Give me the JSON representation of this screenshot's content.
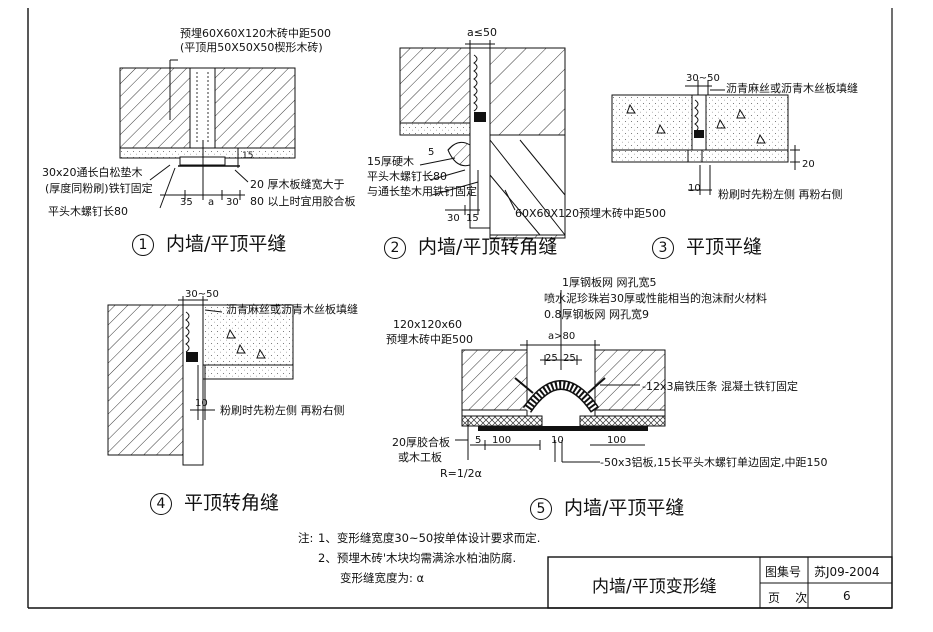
{
  "details": [
    {
      "number": "1",
      "title": "内墙/平顶平缝",
      "labels": {
        "wood_brick": "预埋60X60X120木砖中距500",
        "wood_brick_note": "(平顶用50X50X50楔形木砖)",
        "pad": "30x20通长白松垫木",
        "pad2": "(厚度同粉刷)铁钉固定",
        "screw": "平头木螺钉长80",
        "board": "20 厚木板缝宽大于",
        "board2": "80 以上时宜用胶合板",
        "dim_35": "35",
        "dim_a": "a",
        "dim_30": "30",
        "dim_15": "15"
      }
    },
    {
      "number": "2",
      "title": "内墙/平顶转角缝",
      "labels": {
        "gap": "a≤50",
        "hardwood": "15厚硬木",
        "screw": "平头木螺钉长80",
        "pad": "与通长垫木用铁钉固定",
        "brick": "60X60X120预埋木砖中距500",
        "dim_30": "30",
        "dim_15": "15",
        "dim_5": "5"
      }
    },
    {
      "number": "3",
      "title": "平顶平缝",
      "labels": {
        "range": "30~50",
        "filler": "沥青麻丝或沥青木丝板填缝",
        "plaster": "粉刷时先粉左侧 再粉右侧",
        "dim_10": "10",
        "dim_20": "20"
      }
    },
    {
      "number": "4",
      "title": "平顶转角缝",
      "labels": {
        "range": "30~50",
        "filler": "沥青麻丝或沥青木丝板填缝",
        "plaster": "粉刷时先粉左侧 再粉右侧",
        "dim_10": "10"
      }
    },
    {
      "number": "5",
      "title": "内墙/平顶平缝",
      "labels": {
        "mesh1": "1厚钢板网 网孔宽5",
        "spray": "喷水泥珍珠岩30厚或性能相当的泡沫耐火材料",
        "mesh2": "0.8厚钢板网 网孔宽9",
        "brick": "120x120x60",
        "brick2": "预埋木砖中距500",
        "gap": "a>80",
        "dim_25a": "25",
        "dim_25b": "25",
        "flat": "-12x3扁铁压条 混凝土铁钉固定",
        "ply": "20厚胶合板",
        "ply2": "或木工板",
        "dim_5": "5",
        "dim_100a": "100",
        "dim_10": "10",
        "dim_100b": "100",
        "radius": "R=1/2α",
        "alu": "-50x3铝板,15长平头木螺钉单边固定,中距150"
      }
    }
  ],
  "notes": {
    "prefix": "注:",
    "line1": "1、变形缝宽度30~50按单体设计要求而定.",
    "line2": "2、预埋木砖'木块均需满涂水柏油防腐.",
    "line3": "变形缝宽度为: α"
  },
  "title_block": {
    "drawing_title": "内墙/平顶变形缝",
    "atlas_label": "图集号",
    "atlas_value": "苏J09-2004",
    "page_label": "页    次",
    "page_value": "6"
  }
}
